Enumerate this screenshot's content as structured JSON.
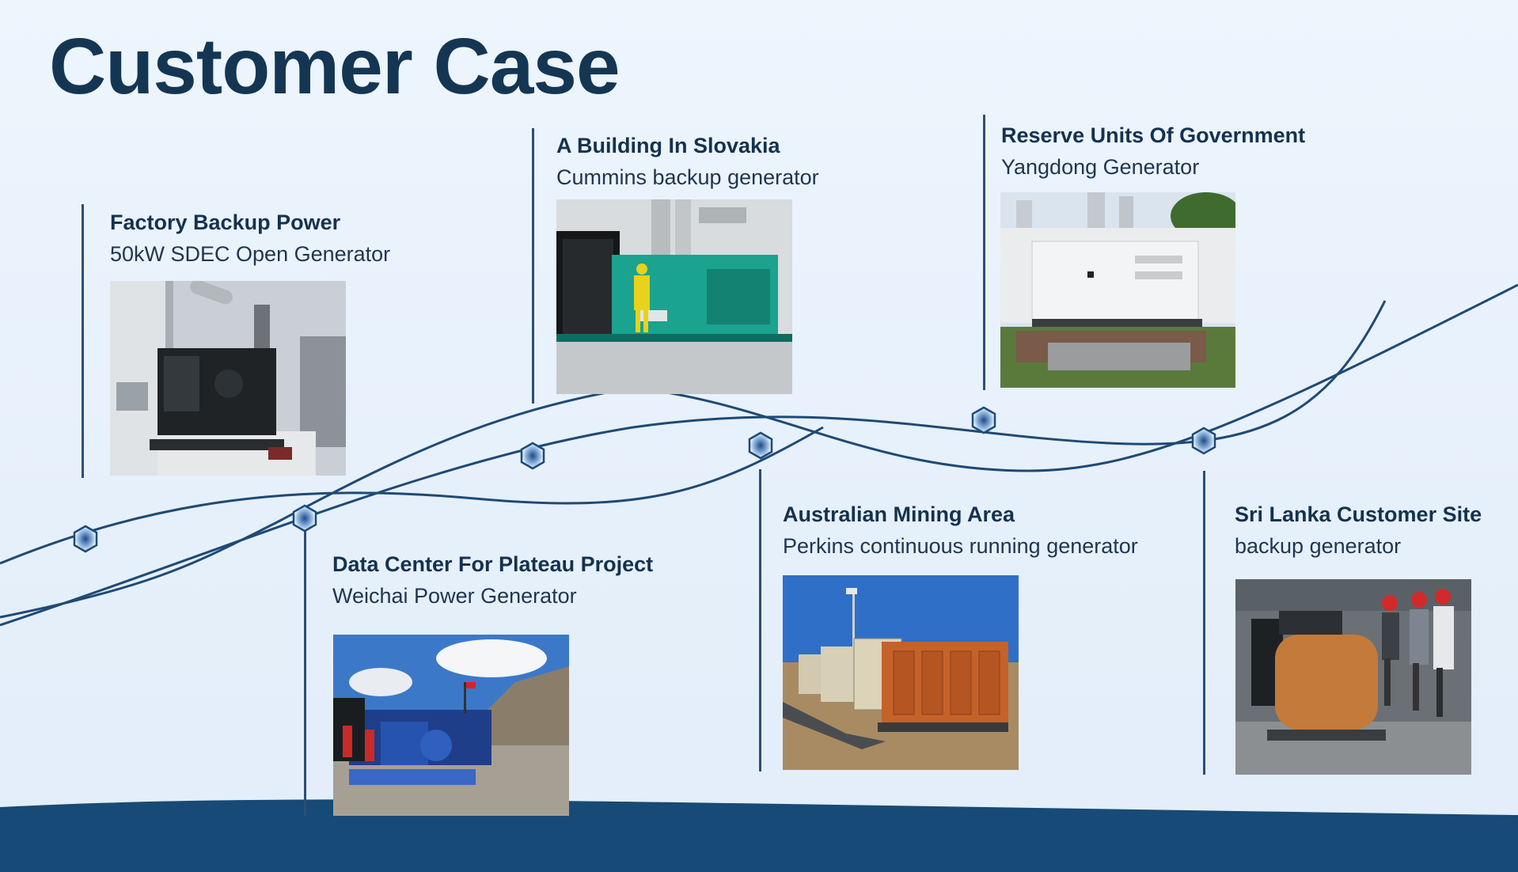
{
  "page": {
    "title": "Customer Case"
  },
  "theme": {
    "navy": "#143653",
    "line": "#1e4a75",
    "background": "#e8f2fc"
  },
  "cases": [
    {
      "id": "factory",
      "title": "Factory Backup Power",
      "subtitle": "50kW SDEC Open Generator",
      "image": "open-diesel-generator-photo"
    },
    {
      "id": "slovakia",
      "title": "A Building In Slovakia",
      "subtitle": "Cummins backup generator",
      "image": "cummins-generator-room-photo"
    },
    {
      "id": "government",
      "title": "Reserve Units Of Government",
      "subtitle": "Yangdong Generator",
      "image": "silent-canopy-generator-photo"
    },
    {
      "id": "plateau",
      "title": "Data Center For Plateau Project",
      "subtitle": "Weichai Power Generator",
      "image": "plateau-generators-photo"
    },
    {
      "id": "mining",
      "title": "Australian Mining Area",
      "subtitle": "Perkins continuous running generator",
      "image": "mining-container-generators-photo"
    },
    {
      "id": "srilanka",
      "title": "Sri Lanka Customer Site",
      "subtitle": "backup generator",
      "image": "customer-inspection-photo"
    }
  ]
}
